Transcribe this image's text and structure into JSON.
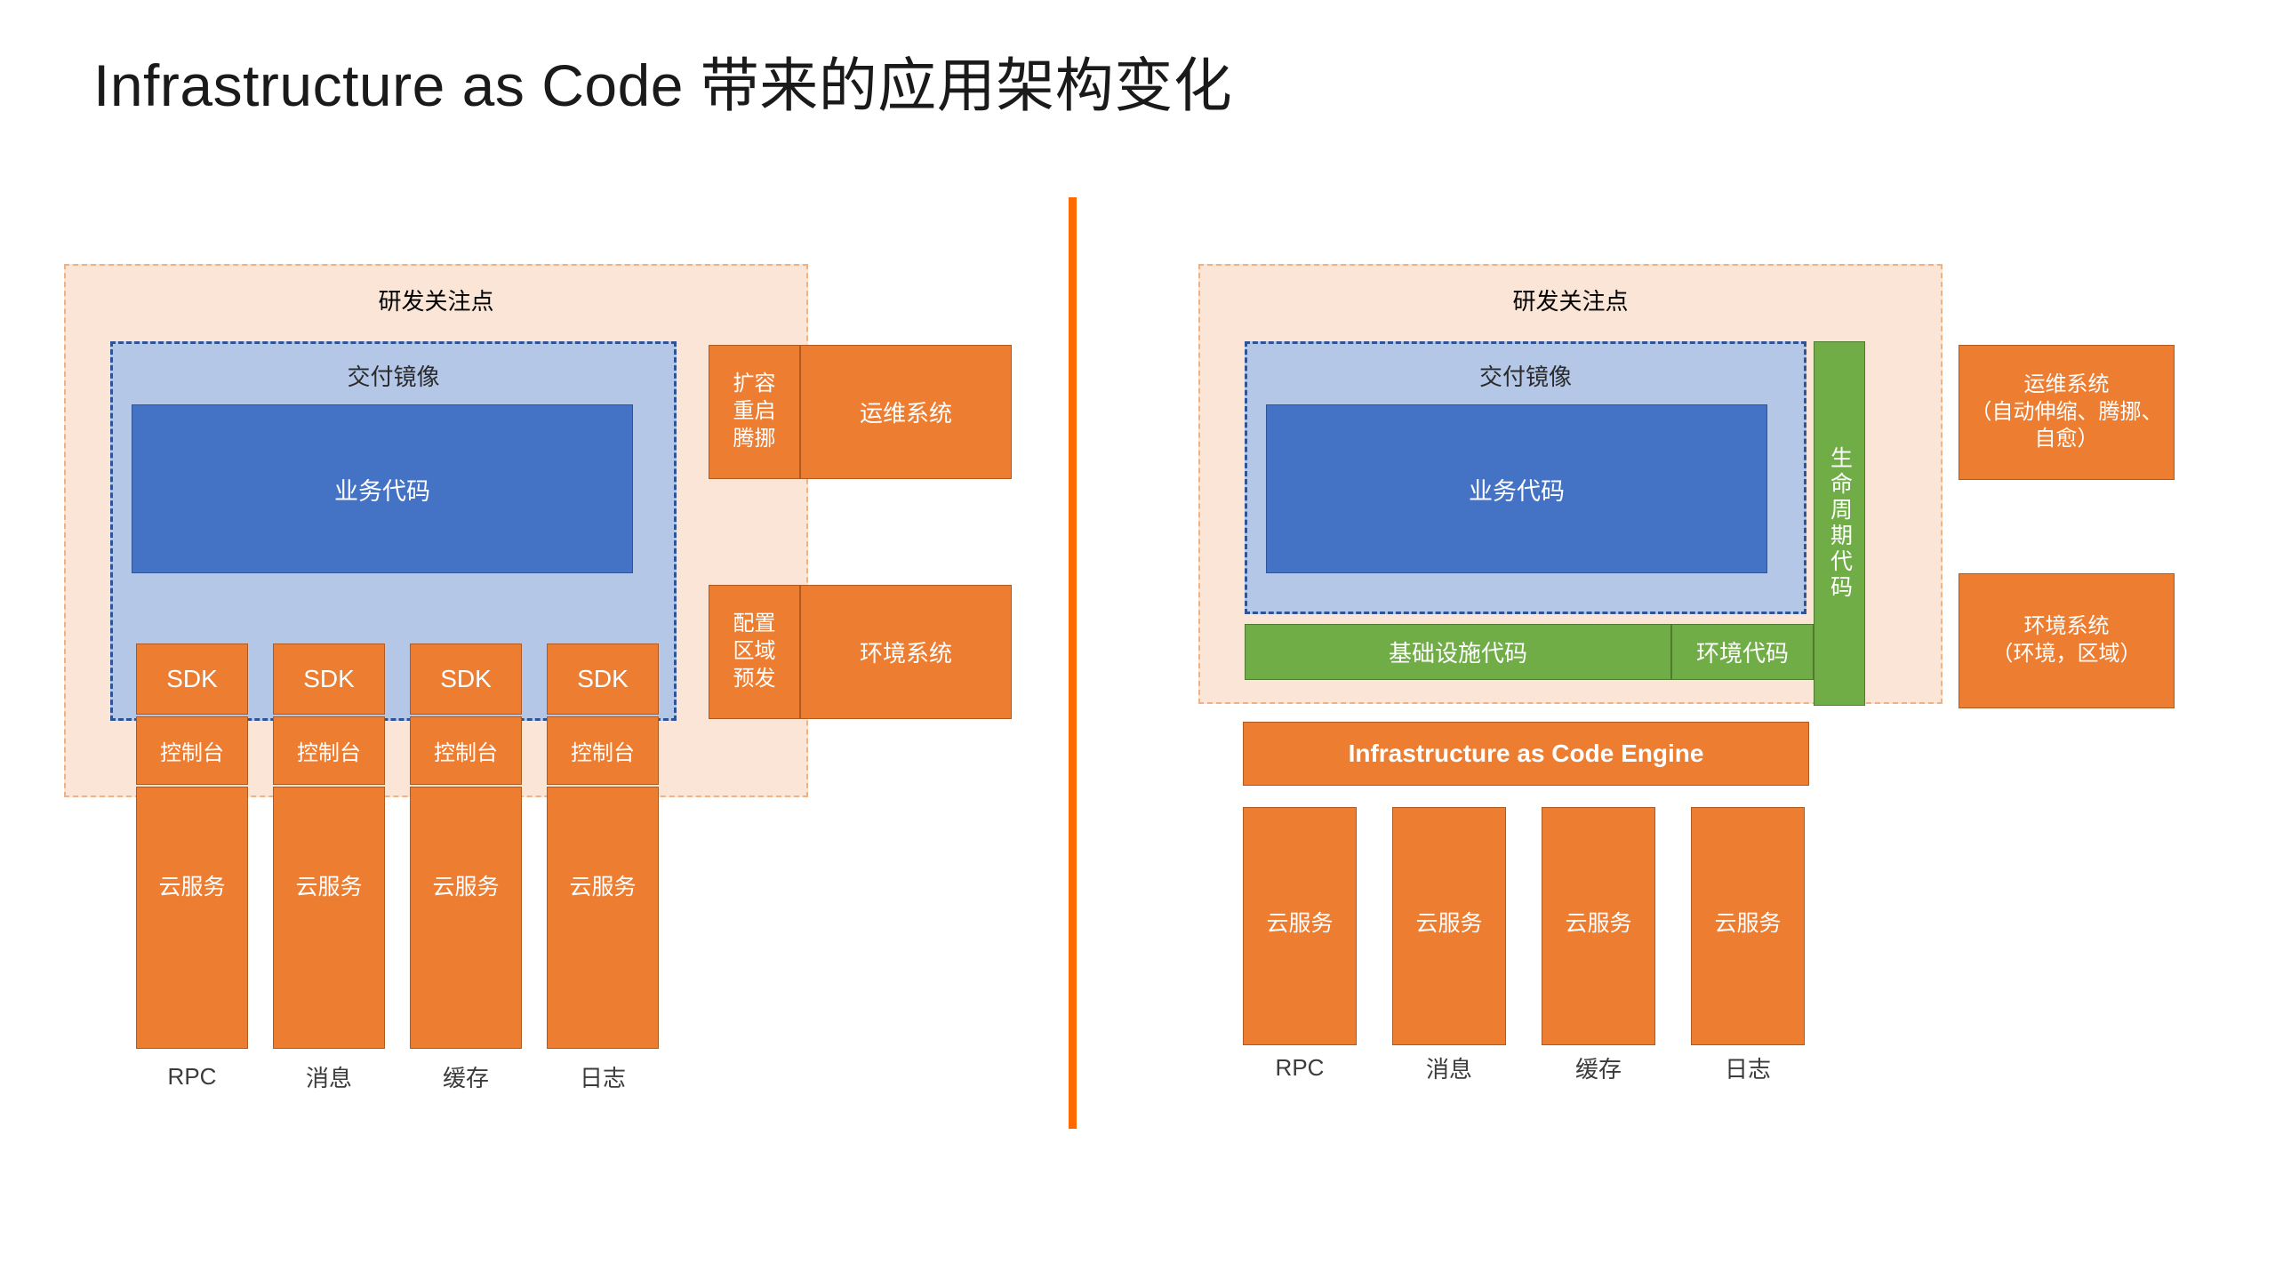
{
  "title": "Infrastructure as Code 带来的应用架构变化",
  "colors": {
    "accent_divider": "#FF6A00",
    "beige_panel": "#FBE5D6",
    "beige_border": "#F0B183",
    "light_blue": "#B4C7E7",
    "blue_border": "#2F5496",
    "blue_fill": "#4472C4",
    "orange": "#ED7D31",
    "green": "#70AD47",
    "text_dark": "#3B3B3B"
  },
  "left": {
    "panel_label": "研发关注点",
    "image_label": "交付镜像",
    "business_code": "业务代码",
    "sdk_boxes": [
      "SDK",
      "SDK",
      "SDK",
      "SDK"
    ],
    "console_boxes": [
      "控制台",
      "控制台",
      "控制台",
      "控制台"
    ],
    "cloud_boxes": [
      "云服务",
      "云服务",
      "云服务",
      "云服务"
    ],
    "bottom_labels": [
      "RPC",
      "消息",
      "缓存",
      "日志"
    ],
    "side_rows": [
      {
        "tag": "扩容\n重启\n腾挪",
        "system": "运维系统"
      },
      {
        "tag": "配置\n区域\n预发",
        "system": "环境系统"
      }
    ]
  },
  "right": {
    "panel_label": "研发关注点",
    "image_label": "交付镜像",
    "business_code": "业务代码",
    "lifecycle_code": "生命周期代码",
    "infra_code": "基础设施代码",
    "env_code": "环境代码",
    "engine_label": "Infrastructure as Code Engine",
    "cloud_boxes": [
      "云服务",
      "云服务",
      "云服务",
      "云服务"
    ],
    "bottom_labels": [
      "RPC",
      "消息",
      "缓存",
      "日志"
    ],
    "side_boxes": [
      "运维系统\n（自动伸缩、腾挪、\n自愈）",
      "环境系统\n（环境，区域）"
    ]
  }
}
